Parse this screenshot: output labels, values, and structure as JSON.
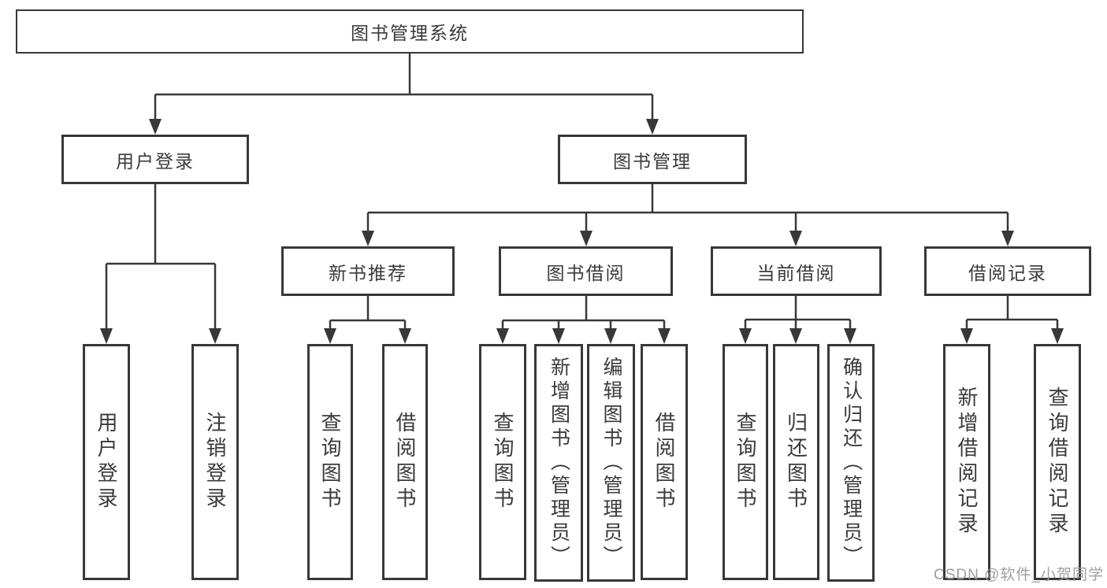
{
  "watermark": "CSDN @软件_小贺同学",
  "colors": {
    "line": "#383838",
    "box_border": "#383838",
    "text": "#3a3a3a",
    "watermark": "#9a9a9e",
    "background": "#ffffff"
  },
  "tree": {
    "root": "图书管理系统",
    "user_login": {
      "label": "用户登录",
      "children": [
        "用户登录",
        "注销登录"
      ]
    },
    "book_management": {
      "label": "图书管理",
      "sections": [
        {
          "label": "新书推荐",
          "children": [
            "查询图书",
            "借阅图书"
          ]
        },
        {
          "label": "图书借阅",
          "children": [
            "查询图书",
            "新增图书（管理员）",
            "编辑图书（管理员）",
            "借阅图书"
          ]
        },
        {
          "label": "当前借阅",
          "children": [
            "查询图书",
            "归还图书",
            "确认归还（管理员）"
          ]
        },
        {
          "label": "借阅记录",
          "children": [
            "新增借阅记录",
            "查询借阅记录"
          ]
        }
      ]
    }
  }
}
